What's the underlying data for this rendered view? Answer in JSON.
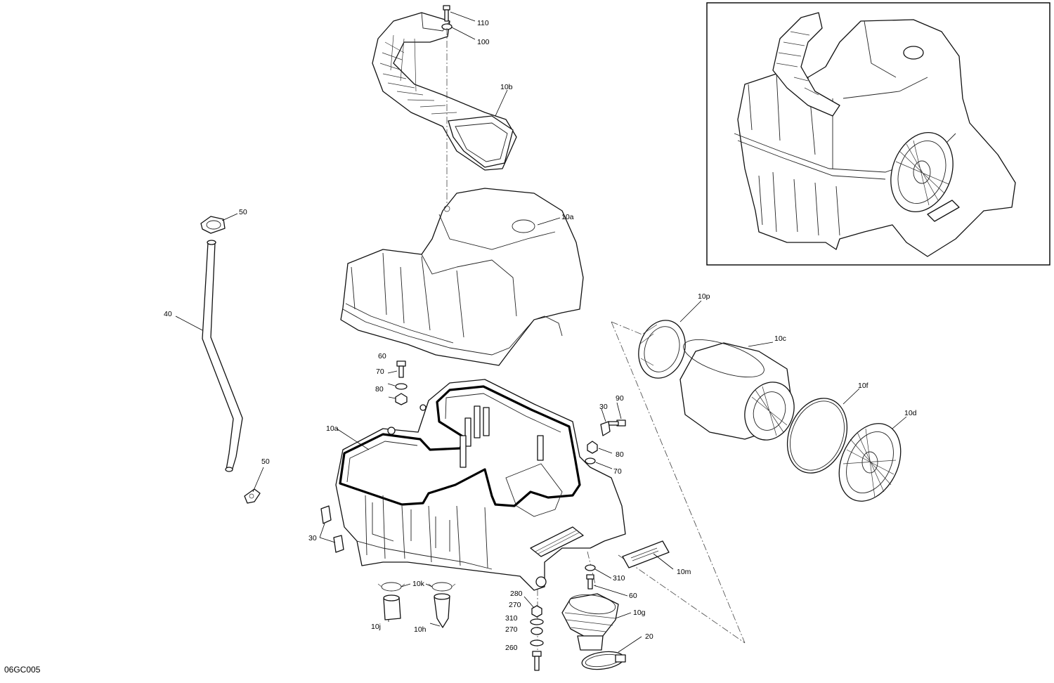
{
  "diagram": {
    "code": "06GC005",
    "callouts": [
      {
        "id": "c-110",
        "text": "110"
      },
      {
        "id": "c-100",
        "text": "100"
      },
      {
        "id": "c-10b",
        "text": "10b"
      },
      {
        "id": "c-10a-top",
        "text": "10a"
      },
      {
        "id": "c-50-top",
        "text": "50"
      },
      {
        "id": "c-40",
        "text": "40"
      },
      {
        "id": "c-50-bottom",
        "text": "50"
      },
      {
        "id": "c-10p",
        "text": "10p"
      },
      {
        "id": "c-10c",
        "text": "10c"
      },
      {
        "id": "c-10f",
        "text": "10f"
      },
      {
        "id": "c-10d",
        "text": "10d"
      },
      {
        "id": "c-60-top",
        "text": "60"
      },
      {
        "id": "c-70-left",
        "text": "70"
      },
      {
        "id": "c-80-left",
        "text": "80"
      },
      {
        "id": "c-90",
        "text": "90"
      },
      {
        "id": "c-30-right",
        "text": "30"
      },
      {
        "id": "c-80-right",
        "text": "80"
      },
      {
        "id": "c-70-right",
        "text": "70"
      },
      {
        "id": "c-10a-bottom",
        "text": "10a"
      },
      {
        "id": "c-30-left",
        "text": "30"
      },
      {
        "id": "c-10m",
        "text": "10m"
      },
      {
        "id": "c-310-right",
        "text": "310"
      },
      {
        "id": "c-60-bottom",
        "text": "60"
      },
      {
        "id": "c-10k",
        "text": "10k"
      },
      {
        "id": "c-10j",
        "text": "10j"
      },
      {
        "id": "c-10h",
        "text": "10h"
      },
      {
        "id": "c-280",
        "text": "280"
      },
      {
        "id": "c-270-top",
        "text": "270"
      },
      {
        "id": "c-310-left",
        "text": "310"
      },
      {
        "id": "c-270-bottom",
        "text": "270"
      },
      {
        "id": "c-260",
        "text": "260"
      },
      {
        "id": "c-10g",
        "text": "10g"
      },
      {
        "id": "c-20",
        "text": "20"
      }
    ]
  }
}
